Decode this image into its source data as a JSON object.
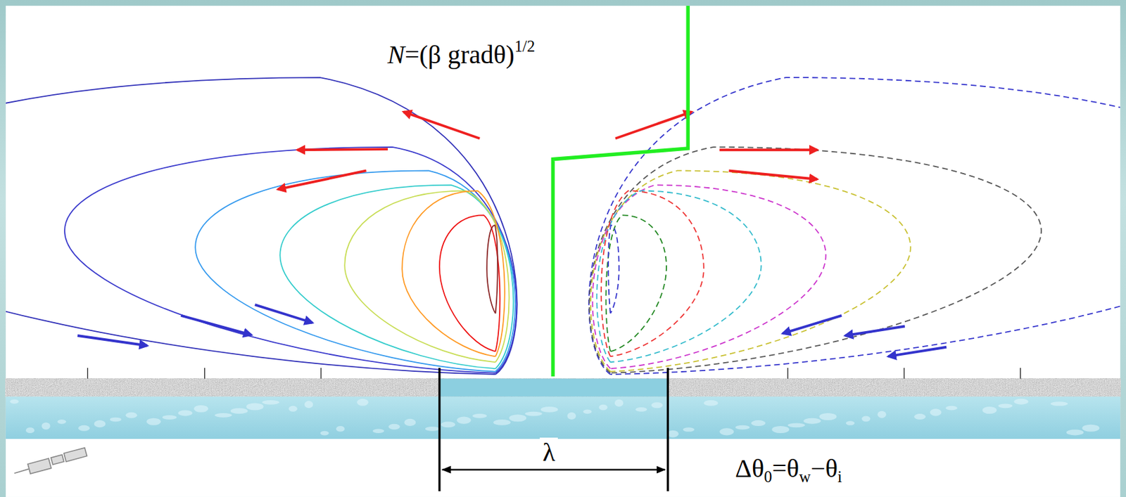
{
  "diagram": {
    "labels": [
      "N",
      "=(β gradθ)",
      "1/2",
      "λ",
      "Δθ",
      "0",
      "=θ",
      "w",
      "−θ",
      "i"
    ]
  }
}
